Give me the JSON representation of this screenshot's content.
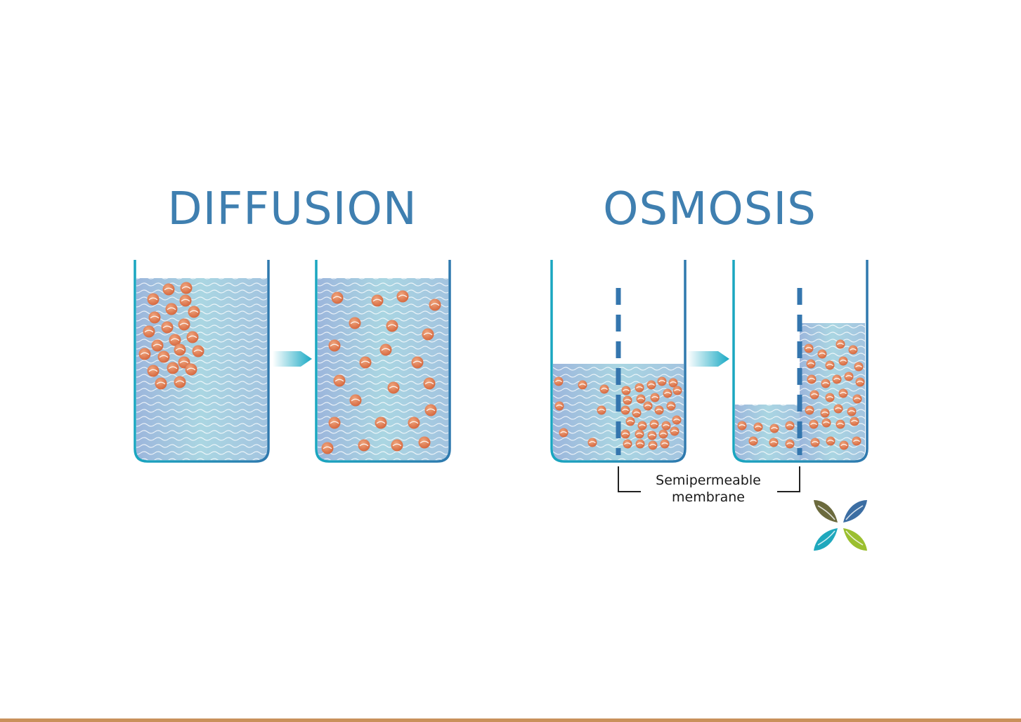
{
  "titles": {
    "diffusion": "DIFFUSION",
    "osmosis": "OSMOSIS"
  },
  "membrane_label": {
    "line1": "Semipermeable",
    "line2": "membrane"
  },
  "colors": {
    "title": "#3f7fb0",
    "water": "#a9d3e0",
    "particle": "#d8734a",
    "membrane": "#3476ae",
    "arrow": "#19a9c4",
    "bottom_bar": "#c9915b"
  },
  "icons": {
    "arrow": "arrow-right-icon",
    "logo": "four-leaf-logo"
  }
}
